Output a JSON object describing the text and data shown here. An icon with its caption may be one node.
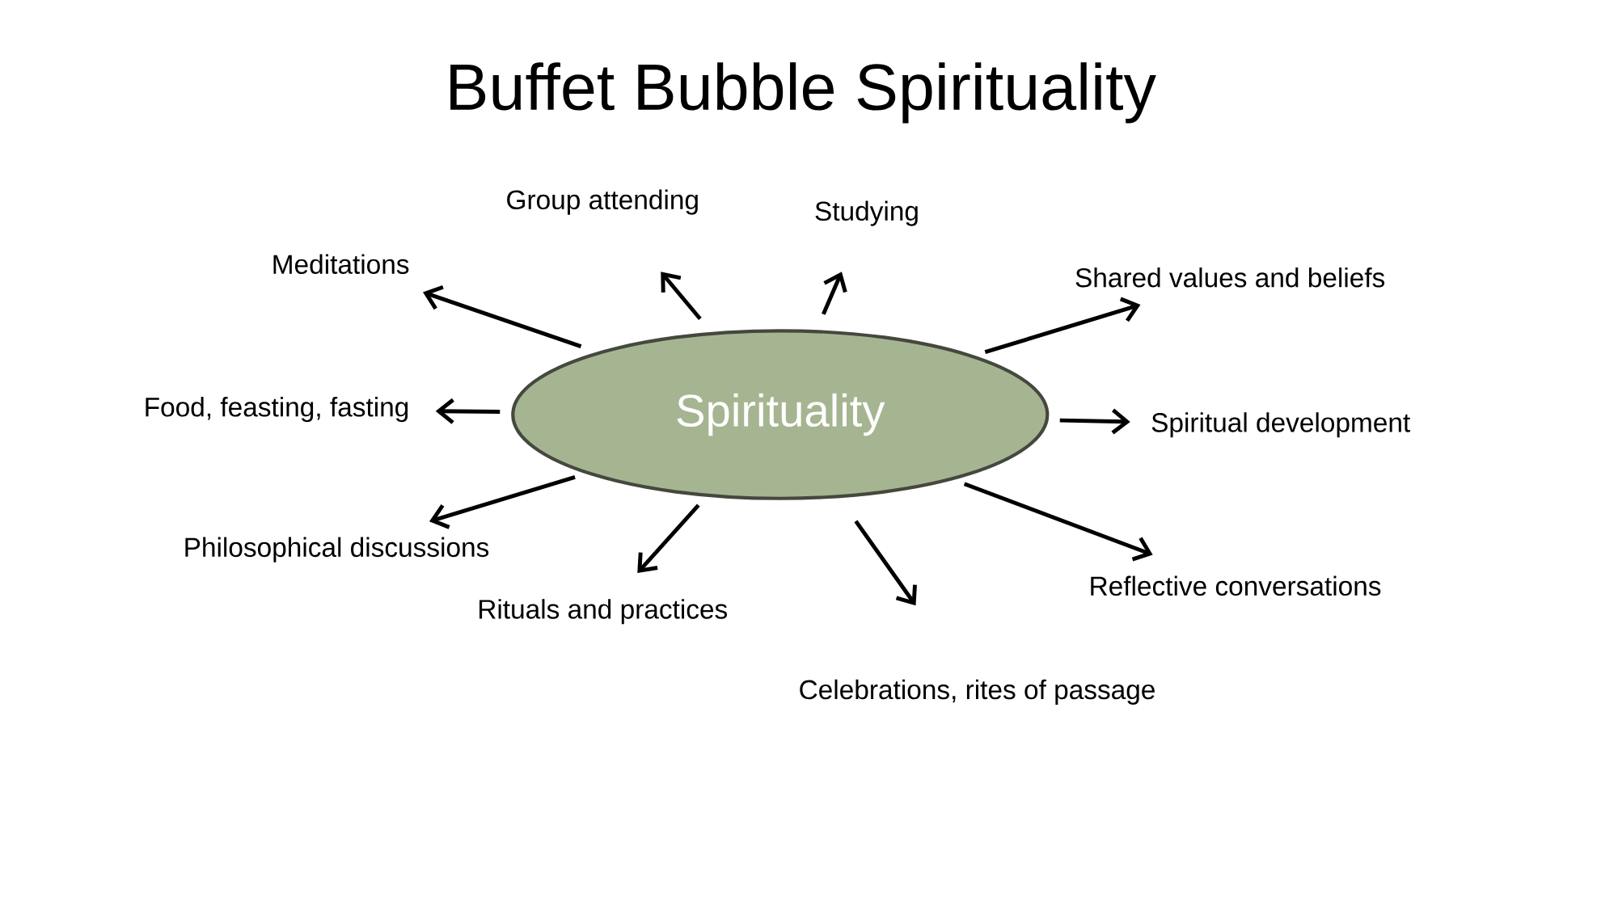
{
  "diagram": {
    "title": "Buffet Bubble Spirituality",
    "nodes": [
      {
        "text": [
          "Spirituality"
        ]
      },
      {
        "text": [
          "Group attending"
        ]
      },
      {
        "text": [
          "Studying"
        ]
      },
      {
        "text": [
          "Meditations"
        ]
      },
      {
        "text": [
          "Shared values and beliefs"
        ]
      },
      {
        "text": [
          "Food, feasting, fasting"
        ]
      },
      {
        "text": [
          "Spiritual development"
        ]
      },
      {
        "text": [
          "Philosophical discussions"
        ]
      },
      {
        "text": [
          "Rituals and practices"
        ]
      },
      {
        "text": [
          "Reflective conversations"
        ]
      },
      {
        "text": [
          "Celebrations, rites of passage"
        ]
      }
    ],
    "edges": [
      {
        "from": 0,
        "to": 1,
        "arrow": "to"
      },
      {
        "from": 0,
        "to": 2,
        "arrow": "to"
      },
      {
        "from": 0,
        "to": 3,
        "arrow": "to"
      },
      {
        "from": 0,
        "to": 4,
        "arrow": "to"
      },
      {
        "from": 0,
        "to": 5,
        "arrow": "to"
      },
      {
        "from": 0,
        "to": 6,
        "arrow": "to"
      },
      {
        "from": 0,
        "to": 7,
        "arrow": "to"
      },
      {
        "from": 0,
        "to": 8,
        "arrow": "to"
      },
      {
        "from": 0,
        "to": 9,
        "arrow": "to"
      },
      {
        "from": 0,
        "to": 10,
        "arrow": "to"
      }
    ]
  }
}
